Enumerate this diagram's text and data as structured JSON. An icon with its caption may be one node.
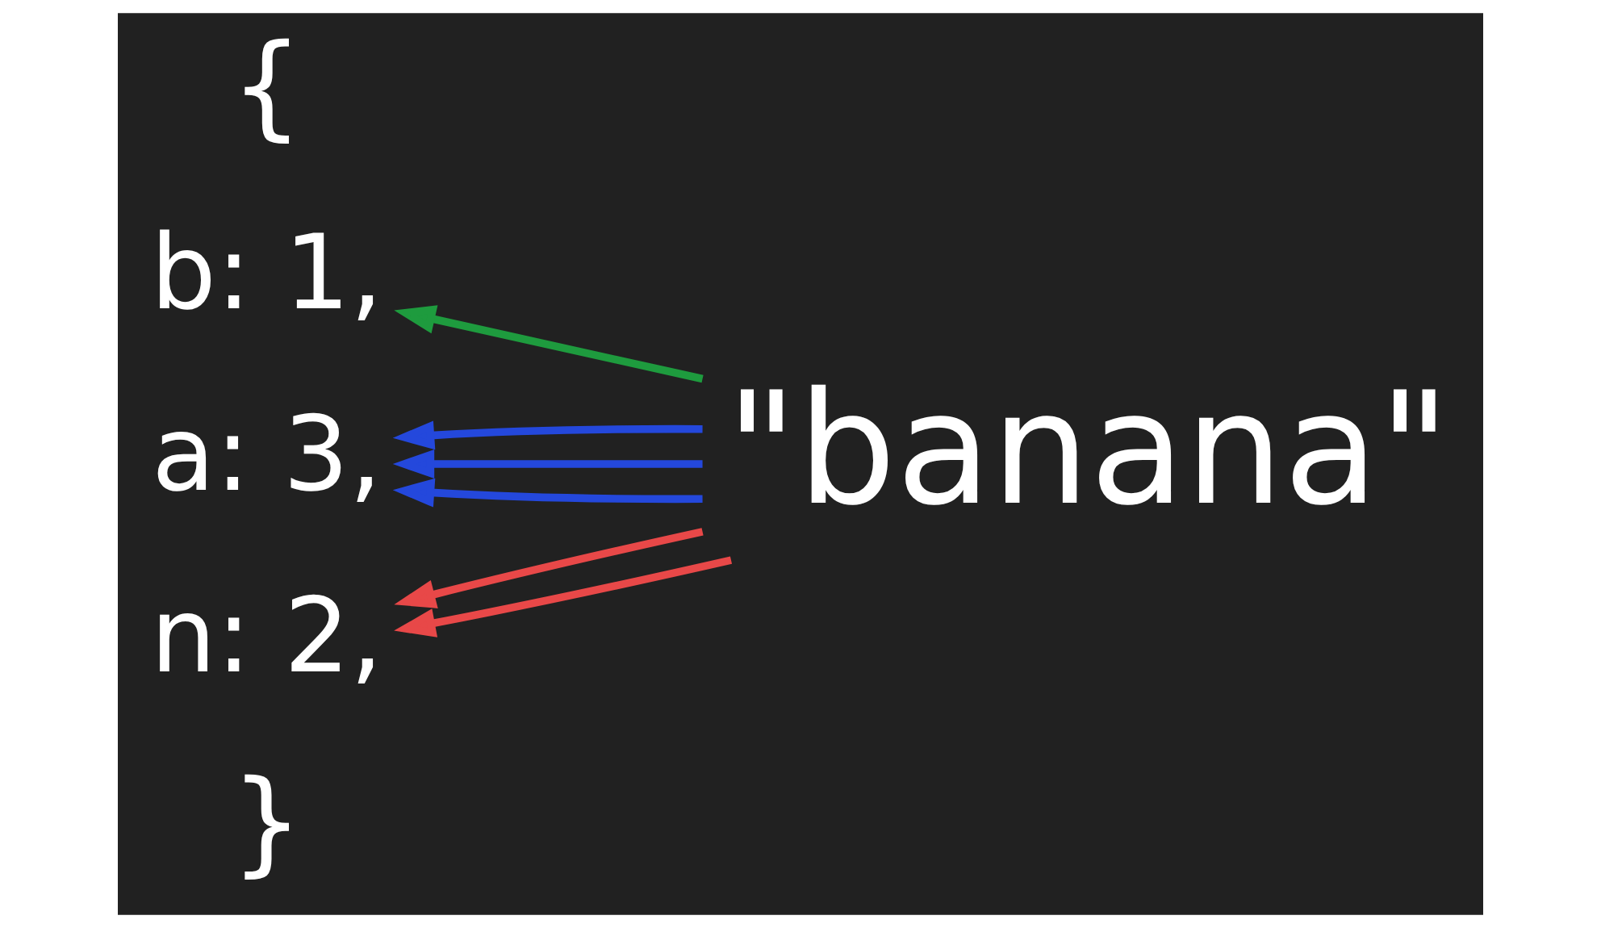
{
  "diagram": {
    "nodes": [
      {
        "text": [
          "b: 1,"
        ]
      },
      {
        "text": [
          "a: 3,"
        ]
      },
      {
        "text": [
          "n: 2,"
        ]
      },
      {
        "text": [
          "\"banana\""
        ]
      }
    ],
    "edges": [
      {
        "from": 3,
        "to": 0,
        "arrow": "to",
        "color": "#1e9b3e"
      },
      {
        "from": 3,
        "to": 1,
        "arrow": "to",
        "color": "#2448dc"
      },
      {
        "from": 3,
        "to": 1,
        "arrow": "to",
        "color": "#2448dc"
      },
      {
        "from": 3,
        "to": 1,
        "arrow": "to",
        "color": "#2448dc"
      },
      {
        "from": 3,
        "to": 2,
        "arrow": "to",
        "color": "#e84848"
      },
      {
        "from": 3,
        "to": 2,
        "arrow": "to",
        "color": "#e84848"
      }
    ],
    "labels": [
      "{",
      "}"
    ]
  }
}
